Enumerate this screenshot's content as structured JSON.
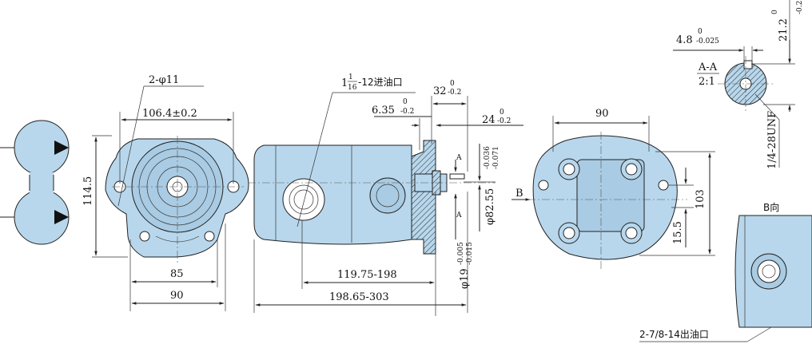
{
  "colors": {
    "body_fill": "#b8d7ec",
    "line": "#222222",
    "background": "#ffffff"
  },
  "front_view": {
    "dim_holes": "2-φ11",
    "dim_width": "106.4±0.2",
    "dim_height": "114.5",
    "dim_85": "85",
    "dim_90": "90"
  },
  "side_view": {
    "inlet_label_prefix": "1",
    "inlet_fraction_num": "1",
    "inlet_fraction_den": "16",
    "inlet_label_suffix": "-12进油口",
    "dim_32": "32",
    "dim_32_tol_top": "0",
    "dim_32_tol_bot": "-0.2",
    "dim_635": "6.35",
    "dim_635_tol_top": "0",
    "dim_635_tol_bot": "-0.2",
    "dim_24": "24",
    "dim_24_tol_top": "0",
    "dim_24_tol_bot": "-0.2",
    "dim_8255": "φ82.55",
    "dim_8255_tol_top": "-0.036",
    "dim_8255_tol_bot": "-0.071",
    "dim_19": "φ19",
    "dim_19_tol_top": "-0.005",
    "dim_19_tol_bot": "-0.015",
    "dim_11975": "119.75-198",
    "dim_19865": "198.65-303",
    "section_a": "A",
    "section_a2": "A",
    "view_b": "B"
  },
  "rear_view": {
    "dim_90": "90",
    "dim_103": "103",
    "dim_155": "15.5"
  },
  "section_aa": {
    "dim_48": "4.8",
    "dim_48_tol_top": "0",
    "dim_48_tol_bot": "-0.025",
    "title_top": "A-A",
    "title_bottom": "2:1",
    "dim_212": "21.2",
    "dim_212_tol_top": "0",
    "dim_212_tol_bot": "-0.2",
    "thread": "1/4-28UNF"
  },
  "view_b": {
    "title": "B向",
    "outlet_label": "2-7/8-14出油口"
  }
}
